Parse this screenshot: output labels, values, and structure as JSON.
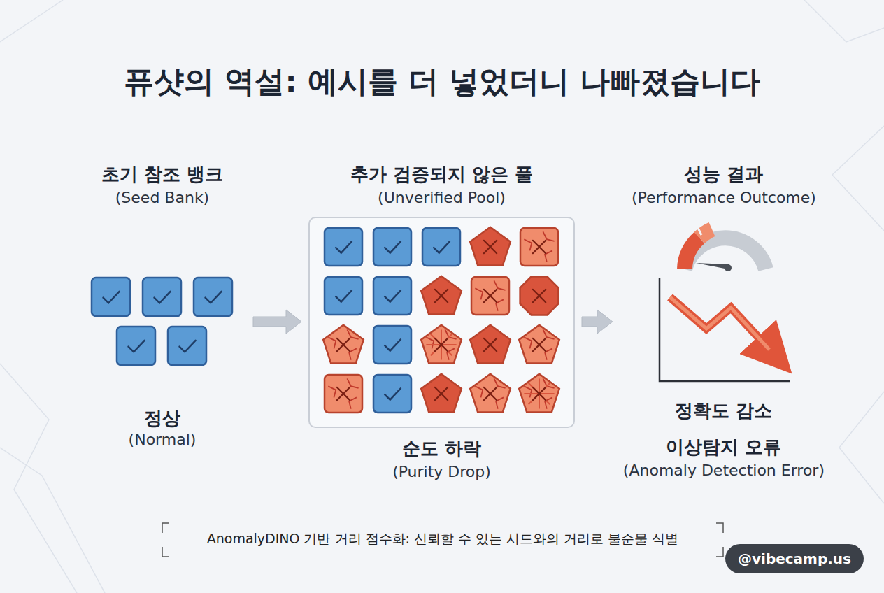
{
  "diagram": {
    "title": "퓨샷의 역설: 예시를 더 넣었더니 나빠졌습니다",
    "caption": "AnomalyDINO 기반 거리 점수화: 신뢰할 수 있는 시드와의 거리로 불순물 식별",
    "nodes": [
      {
        "text": [
          "초기 참조 뱅크",
          "(Seed Bank)",
          "정상",
          "(Normal)"
        ]
      },
      {
        "text": [
          "추가 검증되지 않은 풀",
          "(Unverified Pool)",
          "순도 하락",
          "(Purity Drop)"
        ]
      },
      {
        "text": [
          "성능 결과",
          "(Performance Outcome)",
          "정확도 감소",
          "이상탐지 오류",
          "(Anomaly Detection Error)"
        ]
      }
    ],
    "edges": [
      {
        "from": 0,
        "to": 1,
        "arrow": "to"
      },
      {
        "from": 1,
        "to": 2,
        "arrow": "to"
      }
    ],
    "labels": [
      "@vibecamp.us"
    ]
  }
}
